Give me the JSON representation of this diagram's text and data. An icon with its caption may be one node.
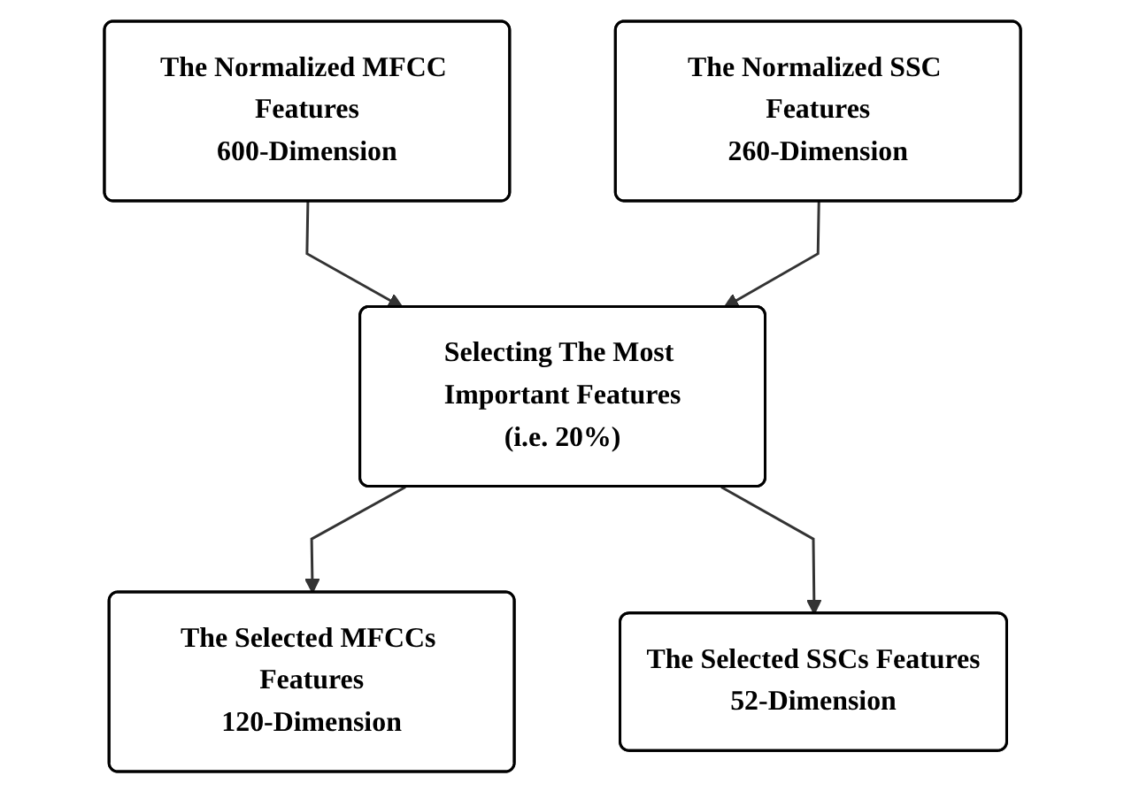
{
  "diagram": {
    "nodes": [
      {
        "text": [
          "The Normalized MFCC Features",
          "600-Dimension"
        ]
      },
      {
        "text": [
          "The Normalized SSC Features",
          "260-Dimension"
        ]
      },
      {
        "text": [
          "Selecting The Most Important Features",
          "(i.e. 20%)"
        ]
      },
      {
        "text": [
          "The Selected MFCCs Features",
          "120-Dimension"
        ]
      },
      {
        "text": [
          "The Selected SSCs Features",
          "52-Dimension"
        ]
      }
    ],
    "edges": [
      {
        "from": 0,
        "to": 2,
        "arrow": "to"
      },
      {
        "from": 1,
        "to": 2,
        "arrow": "to"
      },
      {
        "from": 2,
        "to": 3,
        "arrow": "to"
      },
      {
        "from": 2,
        "to": 4,
        "arrow": "to"
      }
    ]
  }
}
